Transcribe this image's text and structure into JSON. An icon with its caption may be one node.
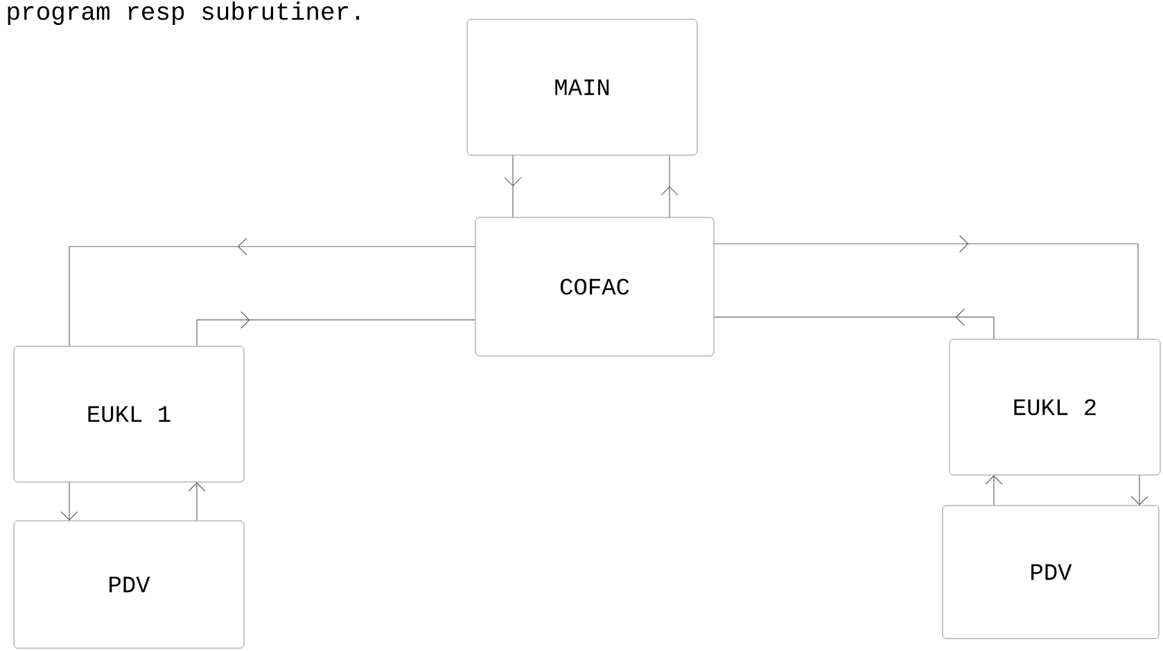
{
  "diagram": {
    "nodes": [
      {
        "text": [
          "MAIN"
        ]
      },
      {
        "text": [
          "COFAC"
        ]
      },
      {
        "text": [
          "EUKL 1"
        ]
      },
      {
        "text": [
          "PDV"
        ]
      },
      {
        "text": [
          "EUKL 2"
        ]
      },
      {
        "text": [
          "PDV"
        ]
      }
    ],
    "edges": [
      {
        "from": 0,
        "to": 1,
        "arrow": "to"
      },
      {
        "from": 1,
        "to": 0,
        "arrow": "to"
      },
      {
        "from": 1,
        "to": 2,
        "arrow": "to"
      },
      {
        "from": 2,
        "to": 1,
        "arrow": "to"
      },
      {
        "from": 1,
        "to": 4,
        "arrow": "to"
      },
      {
        "from": 4,
        "to": 1,
        "arrow": "to"
      },
      {
        "from": 2,
        "to": 3,
        "arrow": "to"
      },
      {
        "from": 3,
        "to": 2,
        "arrow": "to"
      },
      {
        "from": 5,
        "to": 4,
        "arrow": "to"
      },
      {
        "from": 4,
        "to": 5,
        "arrow": "to"
      }
    ],
    "labels": [
      "program resp subrutiner."
    ]
  }
}
